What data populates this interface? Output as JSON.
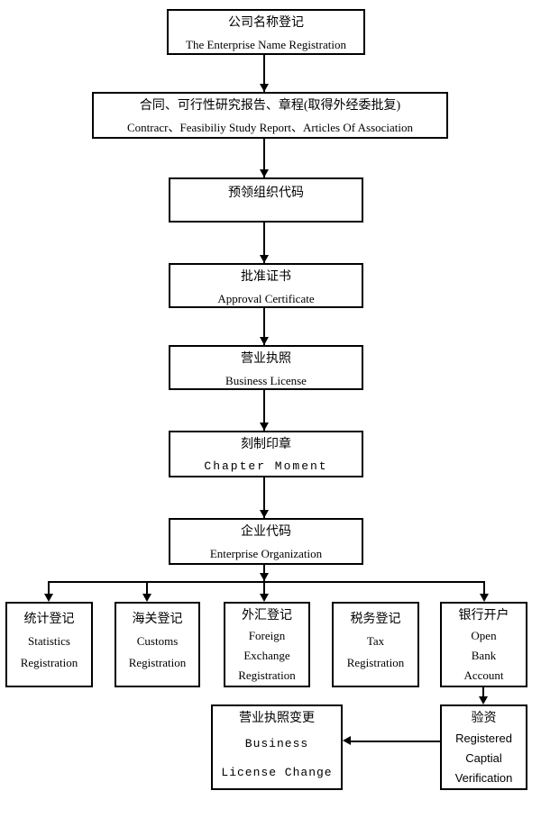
{
  "nodes": {
    "name_registration": {
      "cn": "公司名称登记",
      "en": "The Enterprise Name Registration"
    },
    "contract": {
      "cn": "合同、可行性研究报告、章程(取得外经委批复)",
      "en": "Contracr、Feasibiliy Study Report、Articles Of Association"
    },
    "org_code": {
      "cn": "预领组织代码"
    },
    "approval": {
      "cn": "批准证书",
      "en": "Approval Certificate"
    },
    "business_license": {
      "cn": "营业执照",
      "en": "Business License"
    },
    "seal": {
      "cn": "刻制印章",
      "en": "Chapter Moment"
    },
    "enterprise_code": {
      "cn": "企业代码",
      "en": "Enterprise Organization"
    },
    "statistics": {
      "cn": "统计登记",
      "en_lines": [
        "Statistics",
        "Registration"
      ]
    },
    "customs": {
      "cn": "海关登记",
      "en_lines": [
        "Customs",
        "Registration"
      ]
    },
    "foreign_exchange": {
      "cn": "外汇登记",
      "en_lines": [
        "Foreign",
        "Exchange",
        "Registration"
      ]
    },
    "tax": {
      "cn": "税务登记",
      "en_lines": [
        "Tax",
        "Registration"
      ]
    },
    "bank": {
      "cn": "银行开户",
      "en_lines": [
        "Open",
        "Bank",
        "Account"
      ]
    },
    "license_change": {
      "cn": "营业执照变更",
      "en_lines": [
        "Business",
        "License Change"
      ]
    },
    "verification": {
      "cn": "验资",
      "en_lines": [
        "Registered",
        "Captial",
        "Verification"
      ]
    }
  },
  "colors": {
    "line": "#000000",
    "box_border": "#000000",
    "background": "#ffffff",
    "text": "#000000"
  }
}
